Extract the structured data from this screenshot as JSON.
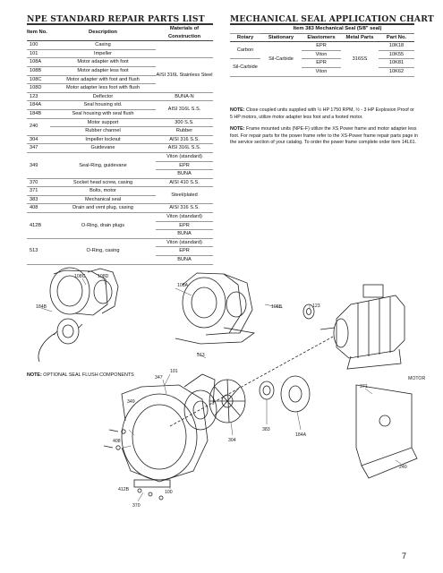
{
  "left_heading": "NPE STANDARD REPAIR PARTS LIST",
  "right_heading": "MECHANICAL SEAL APPLICATION CHART",
  "parts_table": {
    "headers": {
      "item": "Item No.",
      "description": "Description",
      "materials": "Materials of Construction"
    },
    "rows": [
      {
        "item": "100",
        "description": "Casing",
        "material": ""
      },
      {
        "item": "101",
        "description": "Impeller",
        "material": ""
      },
      {
        "item": "108A",
        "description": "Motor adapter with foot",
        "material": "AISI 316L Stainless Steel"
      },
      {
        "item": "108B",
        "description": "Motor adapter less foot",
        "material": ""
      },
      {
        "item": "108C",
        "description": "Motor adapter with foot and flush",
        "material": ""
      },
      {
        "item": "108D",
        "description": "Motor adapter less foot with flush",
        "material": ""
      },
      {
        "item": "123",
        "description": "Deflector",
        "material": "BUNA-N"
      },
      {
        "item": "184A",
        "description": "Seal housing std.",
        "material": "AISI 316L S.S."
      },
      {
        "item": "184B",
        "description": "Seal housing with seal flush",
        "material": ""
      },
      {
        "item": "240",
        "description": "Motor support",
        "material": "300 S.S."
      },
      {
        "item": "",
        "description": "Rubber channel",
        "material": "Rubber"
      },
      {
        "item": "304",
        "description": "Impeller locknut",
        "material": "AISI 316 S.S."
      },
      {
        "item": "347",
        "description": "Guidevane",
        "material": "AISI 316L S.S."
      },
      {
        "item": "349",
        "description": "Seal-Ring, guidevane",
        "material": "Viton (standard)"
      },
      {
        "item": "",
        "description": "",
        "material": "EPR"
      },
      {
        "item": "",
        "description": "",
        "material": "BUNA"
      },
      {
        "item": "370",
        "description": "Socket head screw, casing",
        "material": "AISI 410 S.S."
      },
      {
        "item": "371",
        "description": "Bolts, motor",
        "material": "Steel/plated"
      },
      {
        "item": "383",
        "description": "Mechanical seal",
        "material": ""
      },
      {
        "item": "408",
        "description": "Drain and vent plug, casing",
        "material": "AISI 316 S.S."
      },
      {
        "item": "412B",
        "description": "O-Ring, drain plugs",
        "material": "Viton (standard)"
      },
      {
        "item": "",
        "description": "",
        "material": "EPR"
      },
      {
        "item": "",
        "description": "",
        "material": "BUNA"
      },
      {
        "item": "513",
        "description": "O-Ring, casing",
        "material": "Viton (standard)"
      },
      {
        "item": "",
        "description": "",
        "material": "EPR"
      },
      {
        "item": "",
        "description": "",
        "material": "BUNA"
      }
    ]
  },
  "seal_table": {
    "subtitle": "Item 383 Mechanical Seal (5/8\" seal)",
    "headers": [
      "Rotary",
      "Stationary",
      "Elastomers",
      "Metal Parts",
      "Part No."
    ],
    "rotary": [
      "Carbon",
      "Sil-Carbide"
    ],
    "stationary": "Sil-Carbide",
    "elastomers": [
      "EPR",
      "Viton",
      "EPR",
      "Viton"
    ],
    "metal_parts": "316SS",
    "part_numbers": [
      "10K18",
      "10K55",
      "10K81",
      "10K62"
    ]
  },
  "notes": {
    "label": "NOTE:",
    "note1": "Close coupled units supplied with ½ HP 1750 RPM, ½ - 3 HP Explosion Proof or 5 HP motors, utilize motor adapter less foot and a footed motor.",
    "note2": "Frame mounted units (NPE-F) utilize the XS Power frame and motor adapter less foot. For repair parts for the power frame refer to the XS-Power frame repair parts page in the service section of your catalog. To order the power frame complete order item 14L61."
  },
  "flush_note": {
    "label": "NOTE:",
    "text": "OPTIONAL SEAL FLUSH COMPONENTS"
  },
  "diagram_labels": {
    "l108c": "108C",
    "l108d": "108D",
    "l184b": "184B",
    "l108a": "108A",
    "l108b": "108B",
    "l123": "123",
    "l513": "513",
    "l101": "101",
    "l347": "347",
    "l349": "349",
    "l408": "408",
    "l412b": "412B",
    "l100": "100",
    "l370": "370",
    "l304": "304",
    "l383": "383",
    "l184a": "184A",
    "l371": "371",
    "l240": "240",
    "lmotor": "MOTOR"
  },
  "page_number": "7"
}
